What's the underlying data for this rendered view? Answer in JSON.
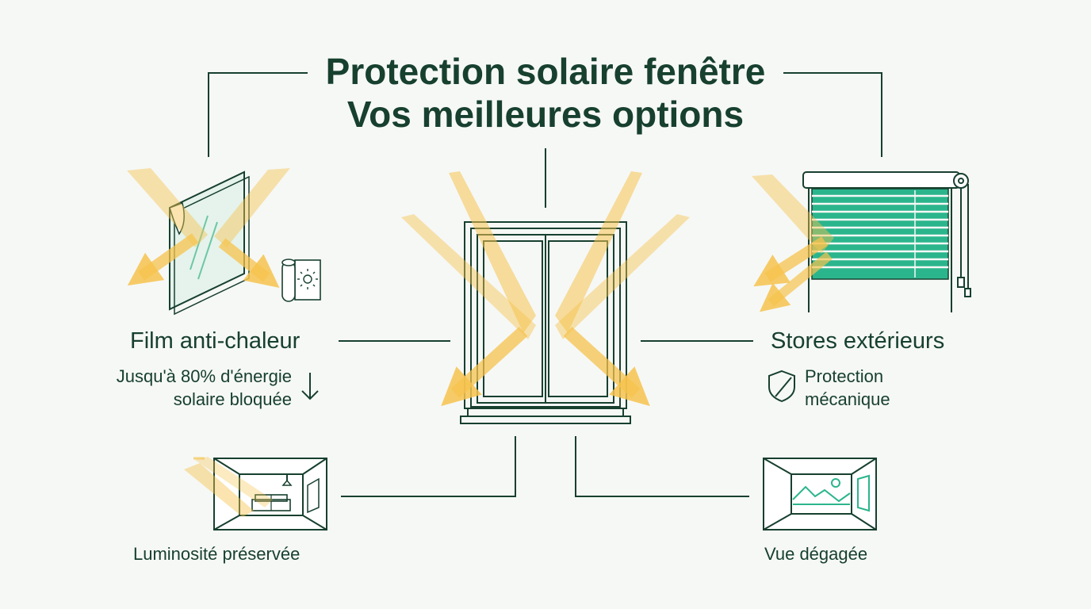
{
  "title": {
    "line1": "Protection solaire fenêtre",
    "line2": "Vos meilleures options"
  },
  "options": {
    "film": {
      "label": "Film anti-chaleur",
      "detail_line1": "Jusqu'à 80% d'énergie",
      "detail_line2": "solaire bloquée",
      "icons": [
        "film-pane-icon",
        "film-roll-icon",
        "sun-icon",
        "arrow-down-icon"
      ]
    },
    "stores": {
      "label": "Stores extérieurs",
      "detail_line1": "Protection",
      "detail_line2": "mécanique",
      "icons": [
        "roller-shutter-icon",
        "shield-icon"
      ]
    }
  },
  "benefits": {
    "luminosite": {
      "label": "Luminosité préservée",
      "icon": "living-room-icon"
    },
    "vue": {
      "label": "Vue dégagée",
      "icon": "landscape-view-icon"
    }
  },
  "center": {
    "icon": "window-icon"
  },
  "colors": {
    "ink": "#17402f",
    "accent_green": "#2bb58c",
    "sun_yellow": "#f6c34e",
    "background": "#f6f8f6"
  }
}
